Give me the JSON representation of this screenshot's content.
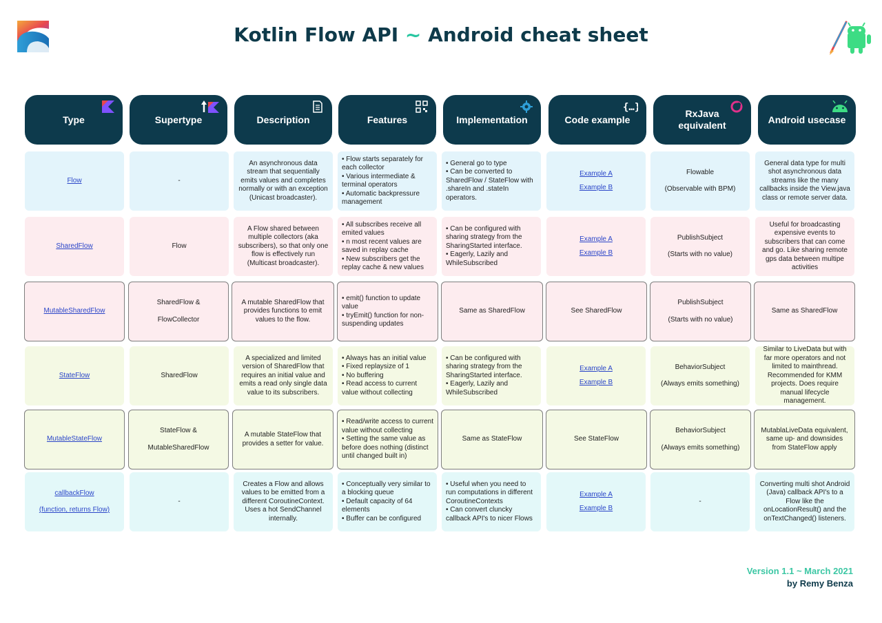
{
  "header": {
    "title_left": "Kotlin Flow API",
    "title_sep": "~",
    "title_right": "Android cheat sheet"
  },
  "columns": [
    {
      "label": "Type",
      "icon": "kotlin-icon"
    },
    {
      "label": "Supertype",
      "icon": "arrow-kotlin-icon"
    },
    {
      "label": "Description",
      "icon": "document-icon"
    },
    {
      "label": "Features",
      "icon": "qr-code-icon"
    },
    {
      "label": "Implementation",
      "icon": "gear-icon"
    },
    {
      "label": "Code example",
      "icon": "braces-icon"
    },
    {
      "label": "RxJava equivalent",
      "icon": "rx-icon"
    },
    {
      "label": "Android usecase",
      "icon": "android-icon"
    }
  ],
  "rows": [
    {
      "type": "Flow",
      "supertype": "-",
      "description": "An asynchronous data stream that sequentially emits values and completes normally or with an exception (Unicast broadcaster).",
      "features": [
        "Flow starts separately for each collector",
        "Various intermediate & terminal operators",
        "Automatic backpressure management"
      ],
      "implementation": [
        "General go to type",
        "Can be converted to SharedFlow / StateFlow with .shareIn and .stateIn operators."
      ],
      "code": [
        "Example A",
        "Example B"
      ],
      "rx": [
        "Flowable",
        "(Observable with BPM)"
      ],
      "usecase": "General data type for multi shot asynchronous data streams like the many callbacks inside the View.java class or remote server data."
    },
    {
      "type": "SharedFlow",
      "supertype": "Flow",
      "description": "A Flow shared between multiple collectors (aka subscribers), so that only one flow is effectively run (Multicast broadcaster).",
      "features": [
        "All subscribes receive all emited values",
        "n most recent values are saved in replay cache",
        "New subscribers get the replay cache & new values"
      ],
      "implementation": [
        "Can be configured with sharing strategy from the SharingStarted interface.",
        "Eagerly, Lazily and WhileSubscribed"
      ],
      "code": [
        "Example A",
        "Example B"
      ],
      "rx": [
        "PublishSubject",
        "(Starts with no value)"
      ],
      "usecase": "Useful for broadcasting expensive events to subscribers that can come and go. Like sharing remote gps data between multipe activities"
    },
    {
      "type": "MutableSharedFlow",
      "supertype": [
        "SharedFlow &",
        "FlowCollector"
      ],
      "description": "A mutable SharedFlow that provides functions to emit values to the flow.",
      "features": [
        "emit() function to update value",
        "tryEmit() function for non-suspending updates"
      ],
      "implementation": "Same as SharedFlow",
      "code": "See SharedFlow",
      "rx": [
        "PublishSubject",
        "(Starts with no value)"
      ],
      "usecase": "Same as SharedFlow"
    },
    {
      "type": "StateFlow",
      "supertype": "SharedFlow",
      "description": "A specialized and limited version of SharedFlow that requires an initial value and emits a read only single data value to its subscribers.",
      "features": [
        "Always has an initial value",
        "Fixed replaysize of 1",
        "No buffering",
        "Read access to current value without collecting"
      ],
      "implementation": [
        "Can be configured with sharing strategy from the SharingStarted interface.",
        "Eagerly, Lazily and WhileSubscribed"
      ],
      "code": [
        "Example A",
        "Example B"
      ],
      "rx": [
        "BehaviorSubject",
        "(Always emits something)"
      ],
      "usecase": "Similar to LiveData but with far more operators and not limited to mainthread. Recommended for KMM projects. Does require manual lifecycle management."
    },
    {
      "type": "MutableStateFlow",
      "supertype": [
        "StateFlow &",
        "MutableSharedFlow"
      ],
      "description": "A mutable StateFlow that provides a setter for value.",
      "features": [
        "Read/write access to current value without collecting",
        "Setting the same value as before does nothing (distinct until changed built in)"
      ],
      "implementation": "Same as StateFlow",
      "code": "See StateFlow",
      "rx": [
        "BehaviorSubject",
        "(Always emits something)"
      ],
      "usecase": "MutablaLiveData equivalent, same up- and downsides from StateFlow apply"
    },
    {
      "type": "callbackFlow",
      "type_sub": "(function, returns Flow)",
      "supertype": "-",
      "description": "Creates a Flow and allows values to be emitted from a different CoroutineContext. Uses a hot SendChannel internally.",
      "features": [
        "Conceptually very similar to a blocking queue",
        "Default capacity of 64 elements",
        "Buffer can be configured"
      ],
      "implementation": [
        "Useful when you need to run computations in different CoroutineContexts",
        "Can convert cluncky callback API's to nicer Flows"
      ],
      "code": [
        "Example A",
        "Example B"
      ],
      "rx": "-",
      "usecase": "Converting multi shot Android (Java) callback API's to a Flow like the onLocationResult() and the onTextChanged() listeners."
    }
  ],
  "footer": {
    "version": "Version 1.1 ~ March 2021",
    "author": "by Remy Benza"
  },
  "colors": {
    "header_bg": "#0d3a4c",
    "accent": "#26c6a0",
    "row_flow": "#e3f4fb",
    "row_shared": "#fdecef",
    "row_state": "#f4f9e4",
    "row_callback": "#e3f8f9"
  }
}
